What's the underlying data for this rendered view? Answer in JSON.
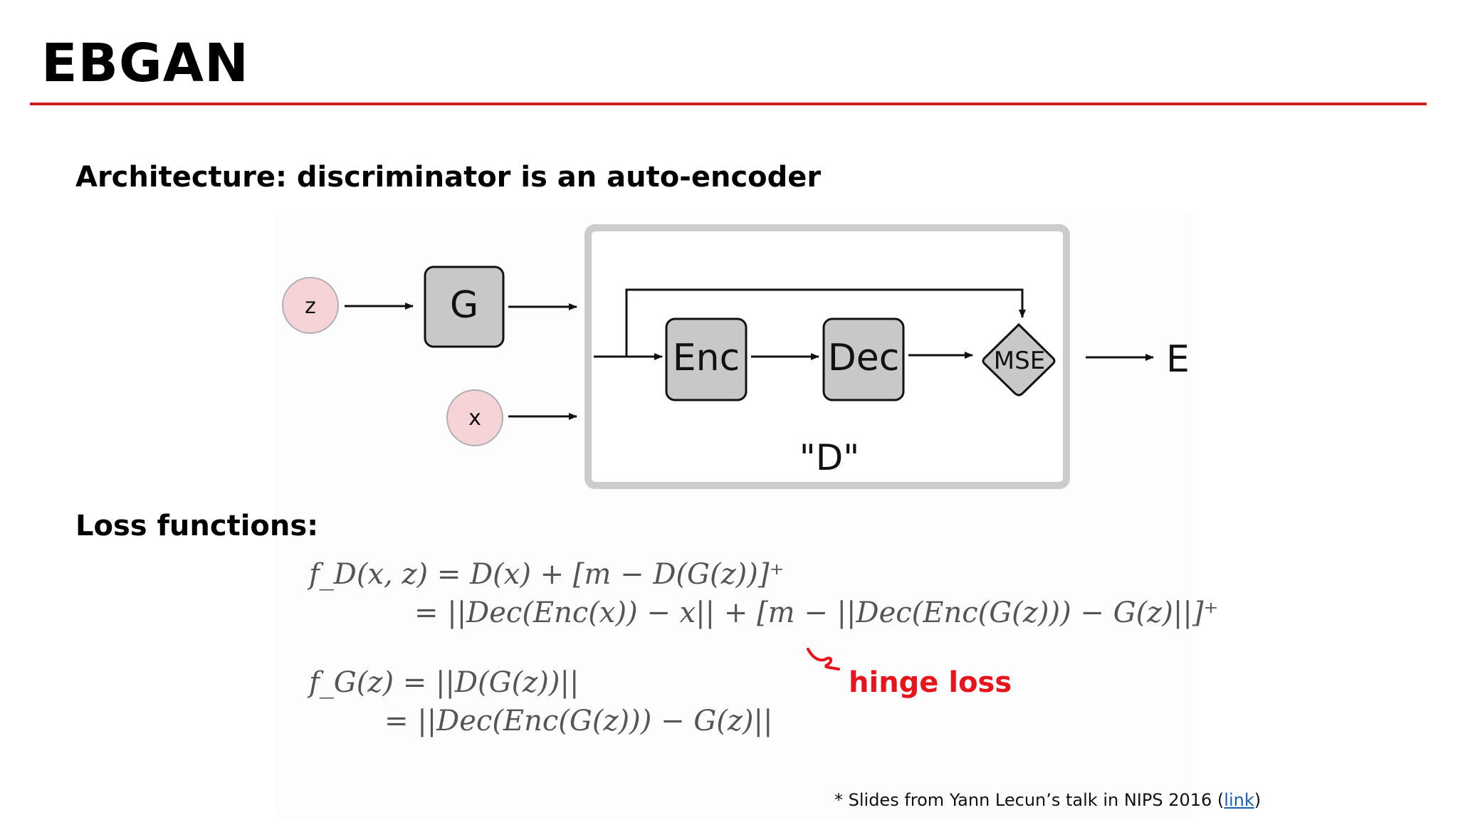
{
  "slide": {
    "title": "EBGAN",
    "architecture_heading": "Architecture: discriminator is an auto-encoder",
    "loss_heading": "Loss functions:"
  },
  "diagram": {
    "nodes": {
      "z": "z",
      "x": "x",
      "g": "G",
      "enc": "Enc",
      "dec": "Dec",
      "mse": "MSE",
      "e": "E",
      "d_box_label": "\"D\""
    },
    "colors": {
      "input_circle_fill": "#f6d3d7",
      "block_fill": "#c8c8c8",
      "frame_stroke": "#cccccc",
      "arrow": "#111111"
    }
  },
  "equations": {
    "fd_line1": "f_D(x, z) = D(x) + [m − D(G(z))]⁺",
    "fd_line2": "= ||Dec(Enc(x)) − x|| + [m − ||Dec(Enc(G(z))) − G(z)||]⁺",
    "fg_line1": "f_G(z) = ||D(G(z))||",
    "fg_line2": "= ||Dec(Enc(G(z))) − G(z)||"
  },
  "annotation": {
    "hinge_label": "hinge loss",
    "color": "#e8141c"
  },
  "footnote": {
    "text": "* Slides from Yann Lecun’s talk in NIPS 2016 (",
    "link": "link",
    "close": ")"
  }
}
